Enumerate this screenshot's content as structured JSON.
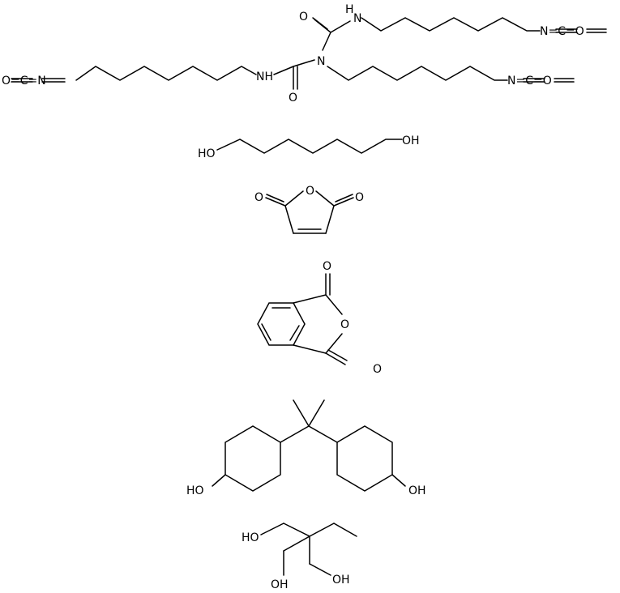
{
  "molecules": [
    {
      "name": "hdi-biuret",
      "labels": {
        "isocyanate_left": "O=C=N",
        "isocyanate_right_top": "N=C=O",
        "isocyanate_right_bottom": "N=C=O",
        "nh_left": "NH",
        "nh_top": "H",
        "nh_top_n": "N",
        "n_center": "N",
        "o_top": "O",
        "o_bottom": "O"
      }
    },
    {
      "name": "hexanediol",
      "labels": {
        "oh_left": "HO",
        "oh_right": "OH"
      }
    },
    {
      "name": "maleic-anhydride",
      "labels": {
        "o_ring": "O",
        "o_left": "O",
        "o_right": "O"
      }
    },
    {
      "name": "phthalic-anhydride",
      "labels": {
        "o_top": "O",
        "o_ring": "O",
        "o_bottom": "O"
      }
    },
    {
      "name": "hydrogenated-bisphenol-a",
      "labels": {
        "oh_left": "HO",
        "oh_right": "OH"
      }
    },
    {
      "name": "trimethylolpropane",
      "labels": {
        "oh_top": "HO",
        "oh_left": "OH",
        "oh_right": "OH"
      }
    }
  ]
}
